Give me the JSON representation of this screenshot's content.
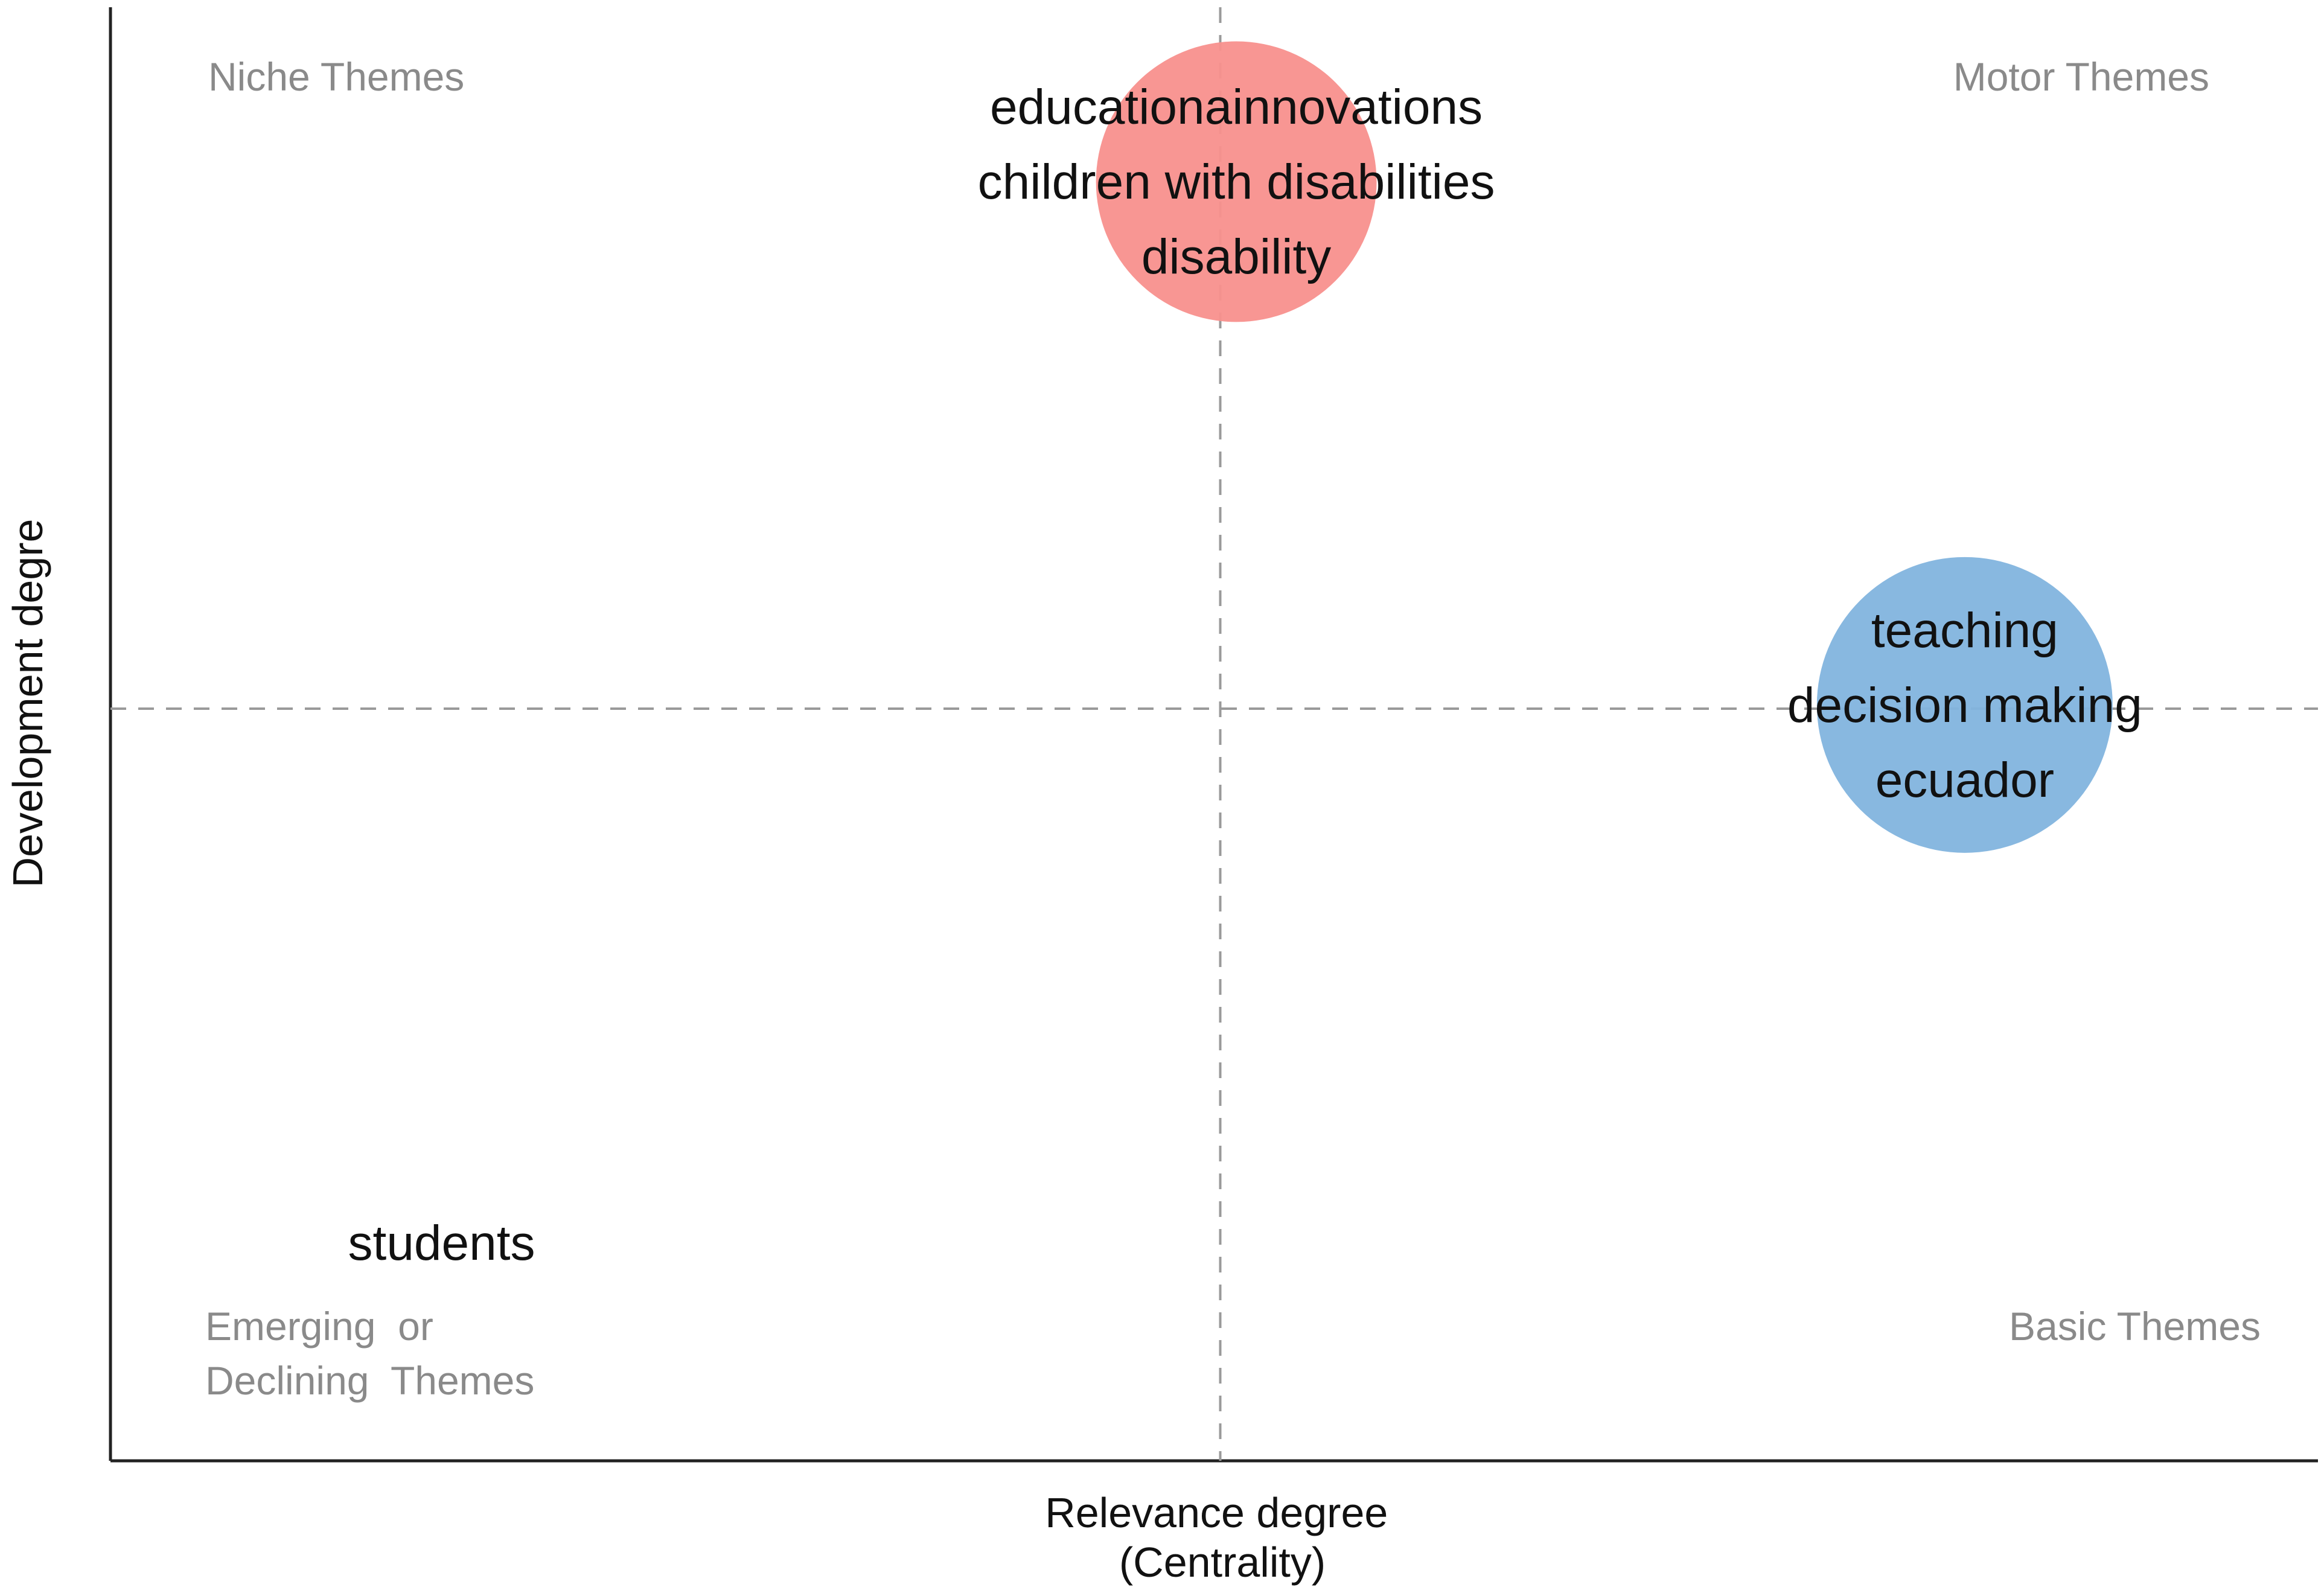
{
  "chart_data": {
    "type": "scatter",
    "title": "",
    "xlabel": [
      "Relevance degree",
      "(Centrality)"
    ],
    "ylabel": "Development degre",
    "grid": false,
    "quadrant_labels": {
      "top_left": [
        "Niche Themes"
      ],
      "top_right": [
        "Motor Themes"
      ],
      "bottom_left": [
        "Emerging  or",
        "Declining  Themes"
      ],
      "bottom_right": [
        "Basic Themes"
      ]
    },
    "clusters": [
      {
        "labels": [
          "educationainnovations",
          "children with disabilities",
          "disability"
        ],
        "centrality": 0.51,
        "density": 0.88,
        "size": 0.9,
        "color": "#f8908d"
      },
      {
        "labels": [
          "teaching",
          "decision making",
          "ecuador"
        ],
        "centrality": 0.84,
        "density": 0.52,
        "size": 1.0,
        "color": "#82b4de"
      },
      {
        "labels": [
          "students"
        ],
        "centrality": 0.15,
        "density": 0.15,
        "size": 0.0,
        "color": "#ffffff"
      }
    ],
    "colors": {
      "axis": "#222222",
      "reference_lines": "#9a9a9a",
      "quadrant_text": "#8a8a8a"
    }
  }
}
